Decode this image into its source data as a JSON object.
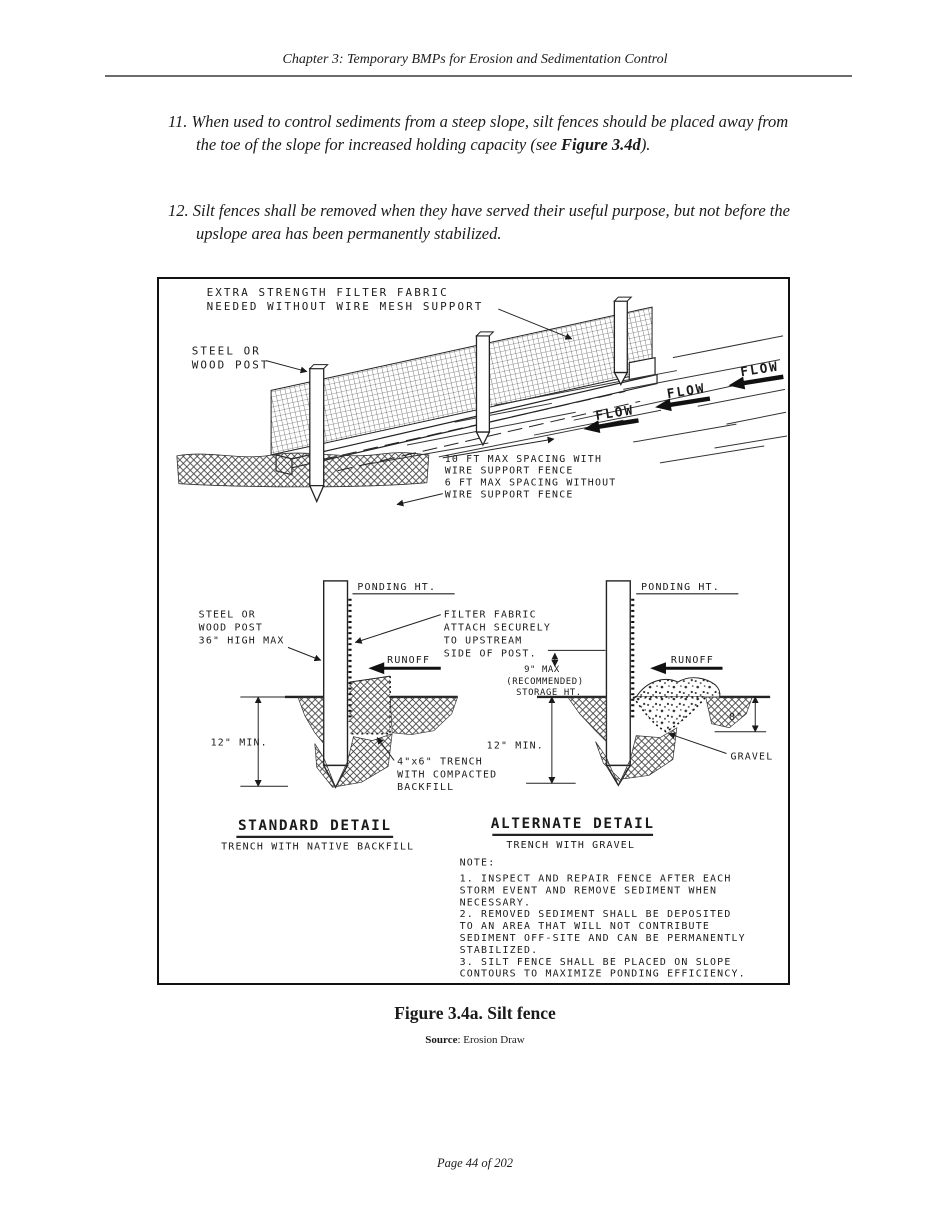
{
  "header": {
    "title": "Chapter 3: Temporary BMPs for Erosion and Sedimentation Control"
  },
  "body": {
    "item11": {
      "number": "11.",
      "text_before": "When used to control sediments from a steep slope, silt fences should be placed away from the toe of the slope for increased holding capacity (see ",
      "figure_ref": "Figure 3.4d",
      "text_after": ")."
    },
    "item12": {
      "number": "12.",
      "text": "Silt fences shall be removed when they have served their useful purpose,  but not before the upslope area has been permanently stabilized."
    }
  },
  "figure": {
    "labels": {
      "fabric_note_1": "EXTRA STRENGTH FILTER FABRIC",
      "fabric_note_2": "NEEDED WITHOUT WIRE MESH SUPPORT",
      "steel_post_1": "STEEL OR",
      "steel_post_2": "WOOD POST",
      "flow": "FLOW",
      "spacing_1": "10 FT MAX SPACING WITH",
      "spacing_2": "WIRE SUPPORT FENCE",
      "spacing_3": "6 FT MAX SPACING WITHOUT",
      "spacing_4": "WIRE SUPPORT FENCE",
      "ponding": "PONDING HT.",
      "post36_1": "STEEL OR",
      "post36_2": "WOOD POST",
      "post36_3": "36\" HIGH MAX",
      "filter_1": "FILTER FABRIC",
      "filter_2": "ATTACH SECURELY",
      "filter_3": "TO UPSTREAM",
      "filter_4": "SIDE OF POST.",
      "runoff": "RUNOFF",
      "min12": "12\" MIN.",
      "trench_1": "4\"x6\" TRENCH",
      "trench_2": "WITH COMPACTED",
      "trench_3": "BACKFILL",
      "storage_1": "9\" MAX",
      "storage_2": "(RECOMMENDED)",
      "storage_3": "STORAGE HT.",
      "eight": "8\"",
      "gravel": "GRAVEL",
      "std_title": "STANDARD DETAIL",
      "std_sub": "TRENCH WITH NATIVE BACKFILL",
      "alt_title": "ALTERNATE DETAIL",
      "alt_sub": "TRENCH WITH GRAVEL",
      "note_title": "NOTE:"
    },
    "notes": [
      "1. INSPECT AND REPAIR FENCE AFTER EACH",
      "STORM EVENT AND REMOVE SEDIMENT WHEN",
      "NECESSARY.",
      "2. REMOVED SEDIMENT SHALL BE DEPOSITED",
      "TO AN AREA THAT WILL NOT CONTRIBUTE",
      "SEDIMENT OFF-SITE AND CAN BE PERMANENTLY",
      "STABILIZED.",
      "3. SILT FENCE SHALL BE PLACED ON SLOPE",
      "CONTOURS TO MAXIMIZE PONDING EFFICIENCY."
    ],
    "caption": "Figure 3.4a. Silt fence",
    "source_label": "Source",
    "source_value": ": Erosion Draw"
  },
  "footer": {
    "page_info": "Page 44 of 202"
  },
  "colors": {
    "ink": "#1a1a1a",
    "rule": "#6b6b6b",
    "paper": "#ffffff"
  }
}
